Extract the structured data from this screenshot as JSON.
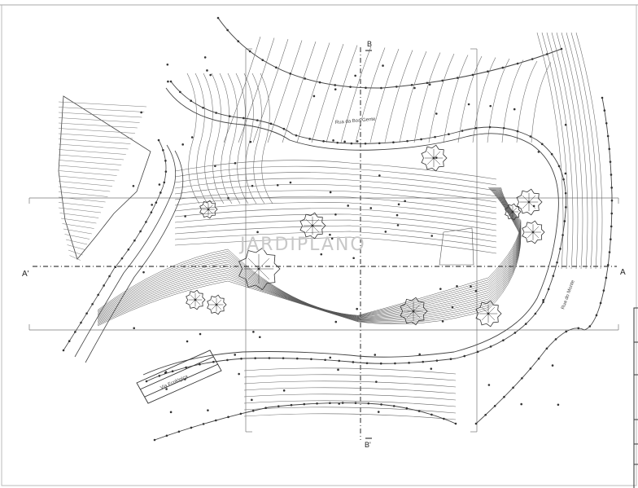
{
  "section_labels": {
    "b_top": "B",
    "b_bottom": "B'",
    "a_left": "A'",
    "a_right": "A"
  },
  "road_labels": {
    "upper_road": "Rua da Boa Gente",
    "eco_strip": "Via Ecológica",
    "right_road": "Rua do Monte"
  },
  "watermark": "JARDIPLANO",
  "colors": {
    "line": "#555555",
    "dark": "#222222",
    "tree": "#333333"
  }
}
